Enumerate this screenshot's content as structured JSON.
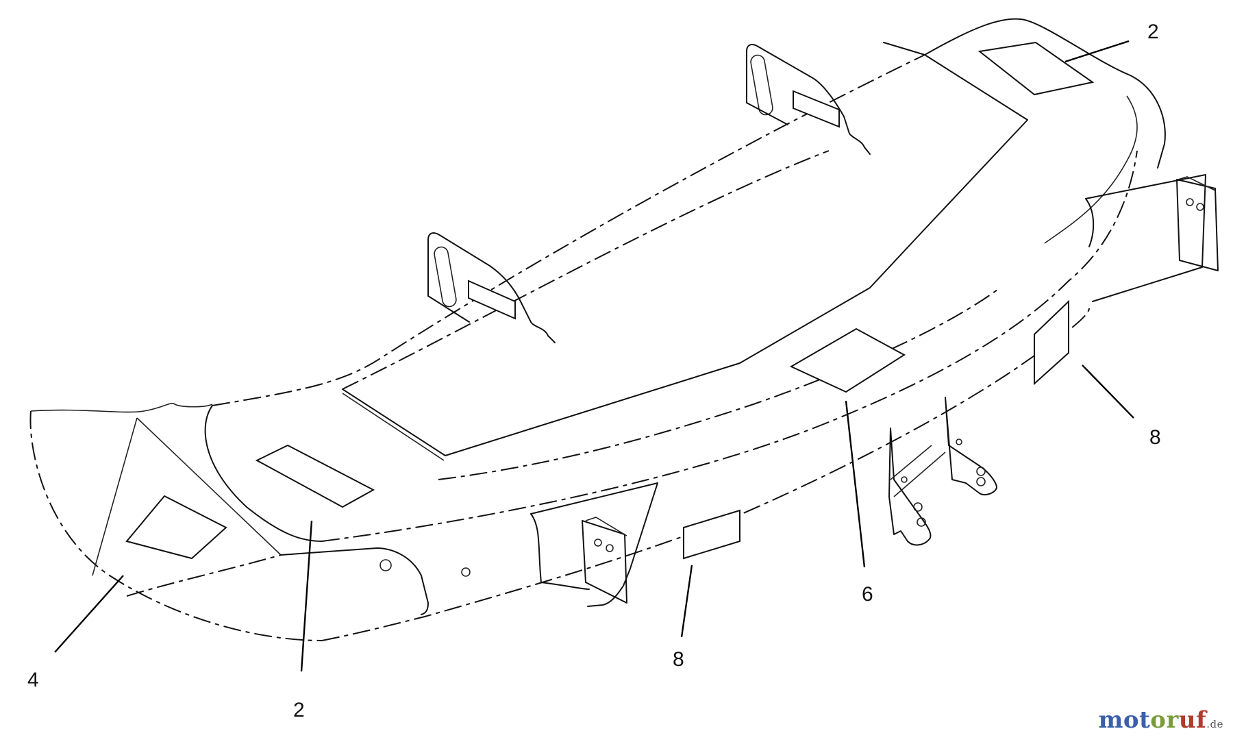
{
  "figure": {
    "callouts": [
      {
        "id": "callout-2-top",
        "text": "2"
      },
      {
        "id": "callout-8-right",
        "text": "8"
      },
      {
        "id": "callout-6",
        "text": "6"
      },
      {
        "id": "callout-8-bottom",
        "text": "8"
      },
      {
        "id": "callout-4",
        "text": "4"
      },
      {
        "id": "callout-2-bottom",
        "text": "2"
      }
    ]
  },
  "watermark": {
    "part1": "mot",
    "part2": "or",
    "part3": "uf",
    "tld": ".de",
    "colors": {
      "part1": "#3b5fa8",
      "part2": "#7a9c3c",
      "part3": "#b03a2e"
    }
  }
}
